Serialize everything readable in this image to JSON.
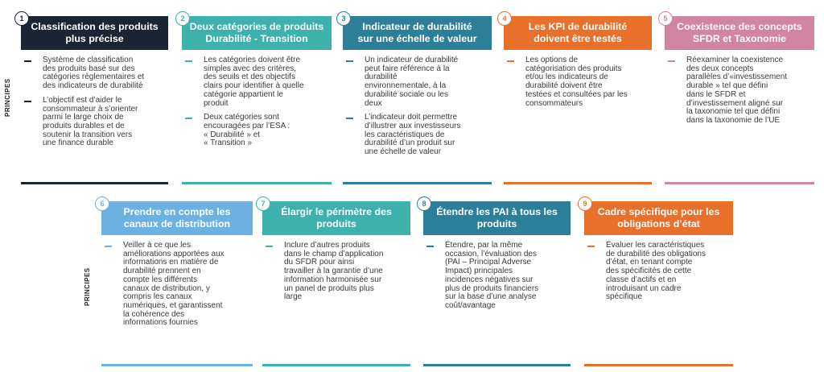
{
  "side_labels": {
    "top": "PRINCIPES",
    "bottom": "PRINCIPES"
  },
  "cards": [
    {
      "number": "1",
      "color": "#1b2433",
      "title_lines": [
        "Classification des produits",
        "plus précise"
      ],
      "items": [
        [
          "Système de classification",
          "des produits basé sur des",
          "catégories règlementaires et",
          "des indicateurs de durabilité"
        ],
        [
          "L’objectif est d’aider le",
          "consommateur à s’orienter",
          "parmi le large choix de",
          "produits durables et de",
          "soutenir la transition vers",
          "une finance durable"
        ]
      ]
    },
    {
      "number": "2",
      "color": "#3db1ab",
      "title_lines": [
        "Deux catégories de produits",
        "Durabilité - Transition"
      ],
      "items": [
        [
          "Les catégories doivent être",
          "simples avec des critères,",
          "des seuils et des objectifs",
          "clairs pour identifier à quelle",
          "catégorie appartient le",
          "produit"
        ],
        [
          "Deux catégories sont",
          "encouragées par l’ESA :",
          "« Durabilité » et",
          "« Transition »"
        ]
      ]
    },
    {
      "number": "3",
      "color": "#2d7f99",
      "title_lines": [
        "Indicateur de durabilité",
        "sur une échelle de valeur"
      ],
      "items": [
        [
          "Un indicateur de durabilité",
          "peut faire référence à la",
          "durabilité",
          "environnementale, à la",
          "durabilité sociale ou les",
          "deux"
        ],
        [
          "L’indicateur doit permettre",
          "d’illustrer aux investisseurs",
          "les caractéristiques de",
          "durabilité d’un produit sur",
          "une échelle de valeur"
        ]
      ]
    },
    {
      "number": "4",
      "color": "#e8702a",
      "title_lines": [
        "Les KPI de durabilité",
        "doivent être testés"
      ],
      "items": [
        [
          "Les options de",
          "catégorisation des produits",
          "et/ou les indicateurs de",
          "durabilité doivent être",
          "testées et consultées par les",
          "consommateurs"
        ]
      ]
    },
    {
      "number": "5",
      "color": "#d284a3",
      "title_lines": [
        "Coexistence des concepts",
        "SFDR et Taxonomie"
      ],
      "items": [
        [
          "Réexaminer la coexistence",
          "des deux concepts",
          "parallèles d’«investissement",
          "durable » tel que défini",
          "dans le SFDR et",
          "d’investissement aligné sur",
          "la taxonomie tel que défini",
          "dans la taxonomie de l’UE"
        ]
      ]
    },
    {
      "number": "6",
      "color": "#6cb1e1",
      "title_lines": [
        "Prendre en compte les",
        "canaux de distribution"
      ],
      "items": [
        [
          "Veiller à ce que les",
          "améliorations apportées aux",
          "informations en matière de",
          "durabilité prennent en",
          "compte les différents",
          "canaux de distribution, y",
          "compris les canaux",
          "numériques, et garantissent",
          "la cohérence des",
          "informations fournies"
        ]
      ]
    },
    {
      "number": "7",
      "color": "#3db1ab",
      "title_lines": [
        "Élargir le périmètre des",
        "produits"
      ],
      "items": [
        [
          "Inclure d’autres produits",
          "dans le champ d’application",
          "du SFDR pour ainsi",
          "travailler à la garantie d’une",
          "information harmonisée sur",
          "un panel de produits plus",
          "large"
        ]
      ]
    },
    {
      "number": "8",
      "color": "#2d7f99",
      "title_lines": [
        "Étendre les PAI à tous les",
        "produits"
      ],
      "items": [
        [
          "Étendre, par la même",
          "occasion, l’évaluation des",
          "(PAI – Principal Adverse",
          "Impact) principales",
          "incidences négatives sur",
          "plus de produits financiers",
          "sur la base d’une analyse",
          "coût/avantage"
        ]
      ]
    },
    {
      "number": "9",
      "color": "#e8702a",
      "title_lines": [
        "Cadre spécifique pour les",
        "obligations d’état"
      ],
      "items": [
        [
          "Évaluer les caractéristiques",
          "de durabilité des obligations",
          "d’état, en tenant compte",
          "des spécificités de cette",
          "classe d’actifs et en",
          "introduisant un cadre",
          "spécifique"
        ]
      ]
    }
  ]
}
